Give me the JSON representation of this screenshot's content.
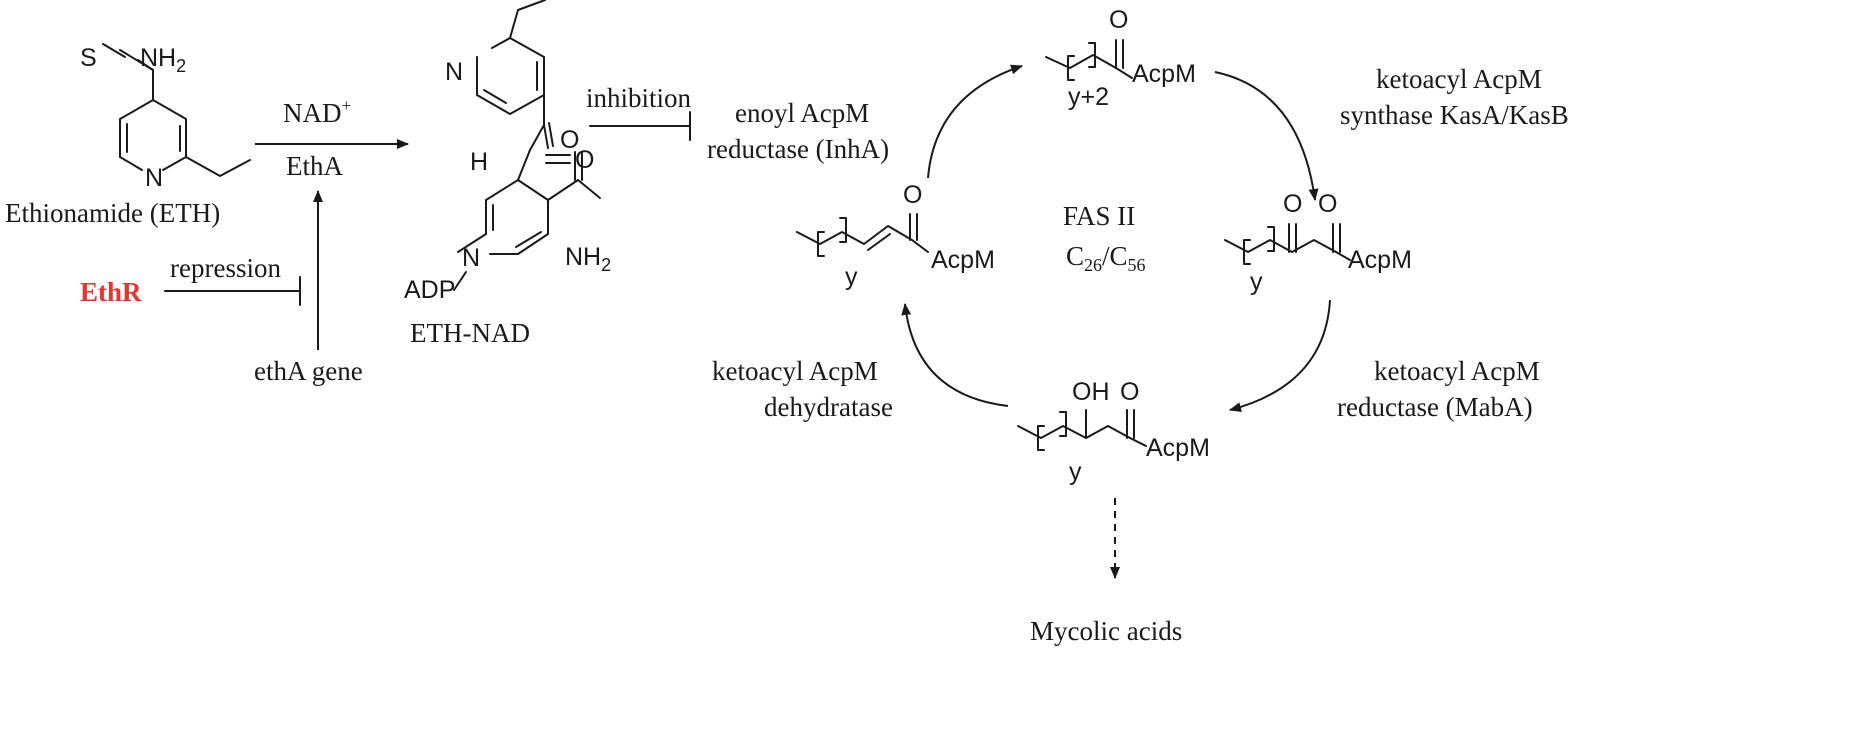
{
  "colors": {
    "ink": "#1a1a1a",
    "ethr": "#e4352f"
  },
  "labels": {
    "eth_name": "Ethionamide (ETH)",
    "eth_nad": "ETH-NAD",
    "nad_plus": "NAD",
    "nad_sup": "+",
    "etha": "EthA",
    "etha_gene": "ethA gene",
    "ethr": "EthR",
    "repression": "repression",
    "inhibition": "inhibition",
    "inha_1": "enoyl AcpM",
    "inha_2": "reductase (InhA)",
    "kas_1": "ketoacyl AcpM",
    "kas_2": "synthase KasA/KasB",
    "mab_1": "ketoacyl AcpM",
    "mab_2": "reductase (MabA)",
    "dehyd_1": "ketoacyl AcpM",
    "dehyd_2": "dehydratase",
    "fas": "FAS II",
    "c26": "C",
    "c26_sub": "26",
    "slash": "/C",
    "c56_sub": "56",
    "mycolic": "Mycolic acids"
  },
  "atoms": {
    "S": "S",
    "NH2": "NH",
    "sub2": "2",
    "N": "N",
    "O": "O",
    "H": "H",
    "ADP": "ADP",
    "OH": "OH",
    "AcpM": "AcpM",
    "y": "y",
    "y2": "y+2"
  }
}
